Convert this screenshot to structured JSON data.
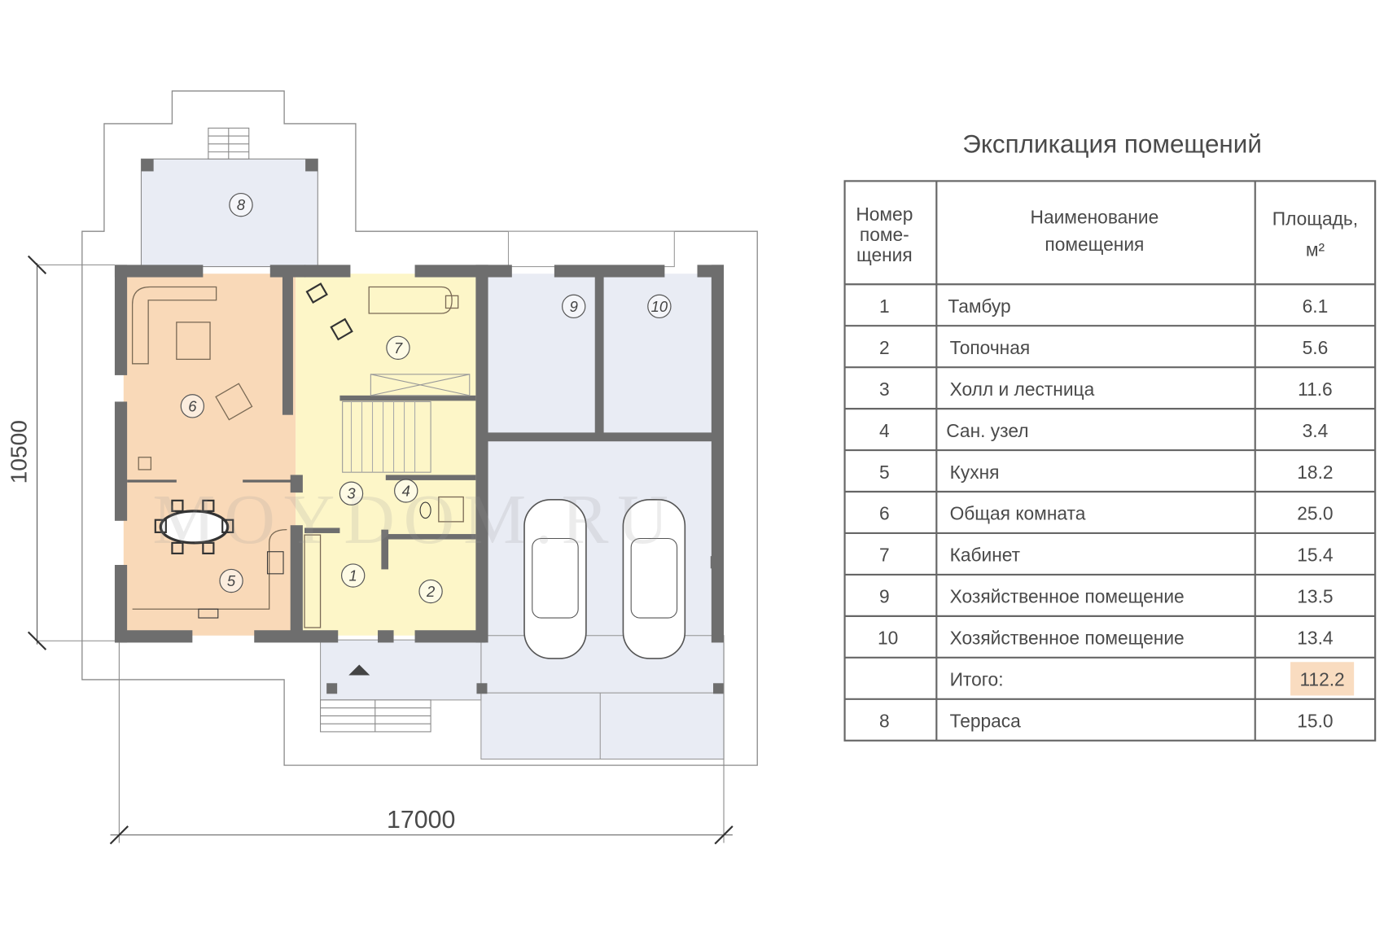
{
  "plan": {
    "dimension_width": "17000",
    "dimension_height": "10500",
    "watermark": "MOYDOM.RU",
    "room_numbers": [
      "1",
      "2",
      "3",
      "4",
      "5",
      "6",
      "7",
      "8",
      "9",
      "10"
    ],
    "colors": {
      "living": "#f9d9b8",
      "hall": "#fdf6c8",
      "garage": "#e9ecf4",
      "wall": "#6e6e6e"
    }
  },
  "table": {
    "title": "Экспликация помещений",
    "headers": {
      "number_line1": "Номер",
      "number_line2": "поме-",
      "number_line3": "щения",
      "name_line1": "Наименование",
      "name_line2": "помещения",
      "area_line1": "Площадь,",
      "area_line2": "м²"
    },
    "rows": [
      {
        "num": "1",
        "name": "Тамбур",
        "area": "6.1"
      },
      {
        "num": "2",
        "name": "Топочная",
        "area": "5.6"
      },
      {
        "num": "3",
        "name": "Холл и лестница",
        "area": "11.6"
      },
      {
        "num": "4",
        "name": "Сан. узел",
        "area": "3.4"
      },
      {
        "num": "5",
        "name": "Кухня",
        "area": "18.2"
      },
      {
        "num": "6",
        "name": "Общая комната",
        "area": "25.0"
      },
      {
        "num": "7",
        "name": "Кабинет",
        "area": "15.4"
      },
      {
        "num": "9",
        "name": "Хозяйственное помещение",
        "area": "13.5"
      },
      {
        "num": "10",
        "name": "Хозяйственное помещение",
        "area": "13.4"
      },
      {
        "num": "",
        "name": "Итого:",
        "area": "112.2"
      },
      {
        "num": "8",
        "name": "Терраса",
        "area": "15.0"
      }
    ],
    "total_highlight": "#f9dcc0"
  }
}
